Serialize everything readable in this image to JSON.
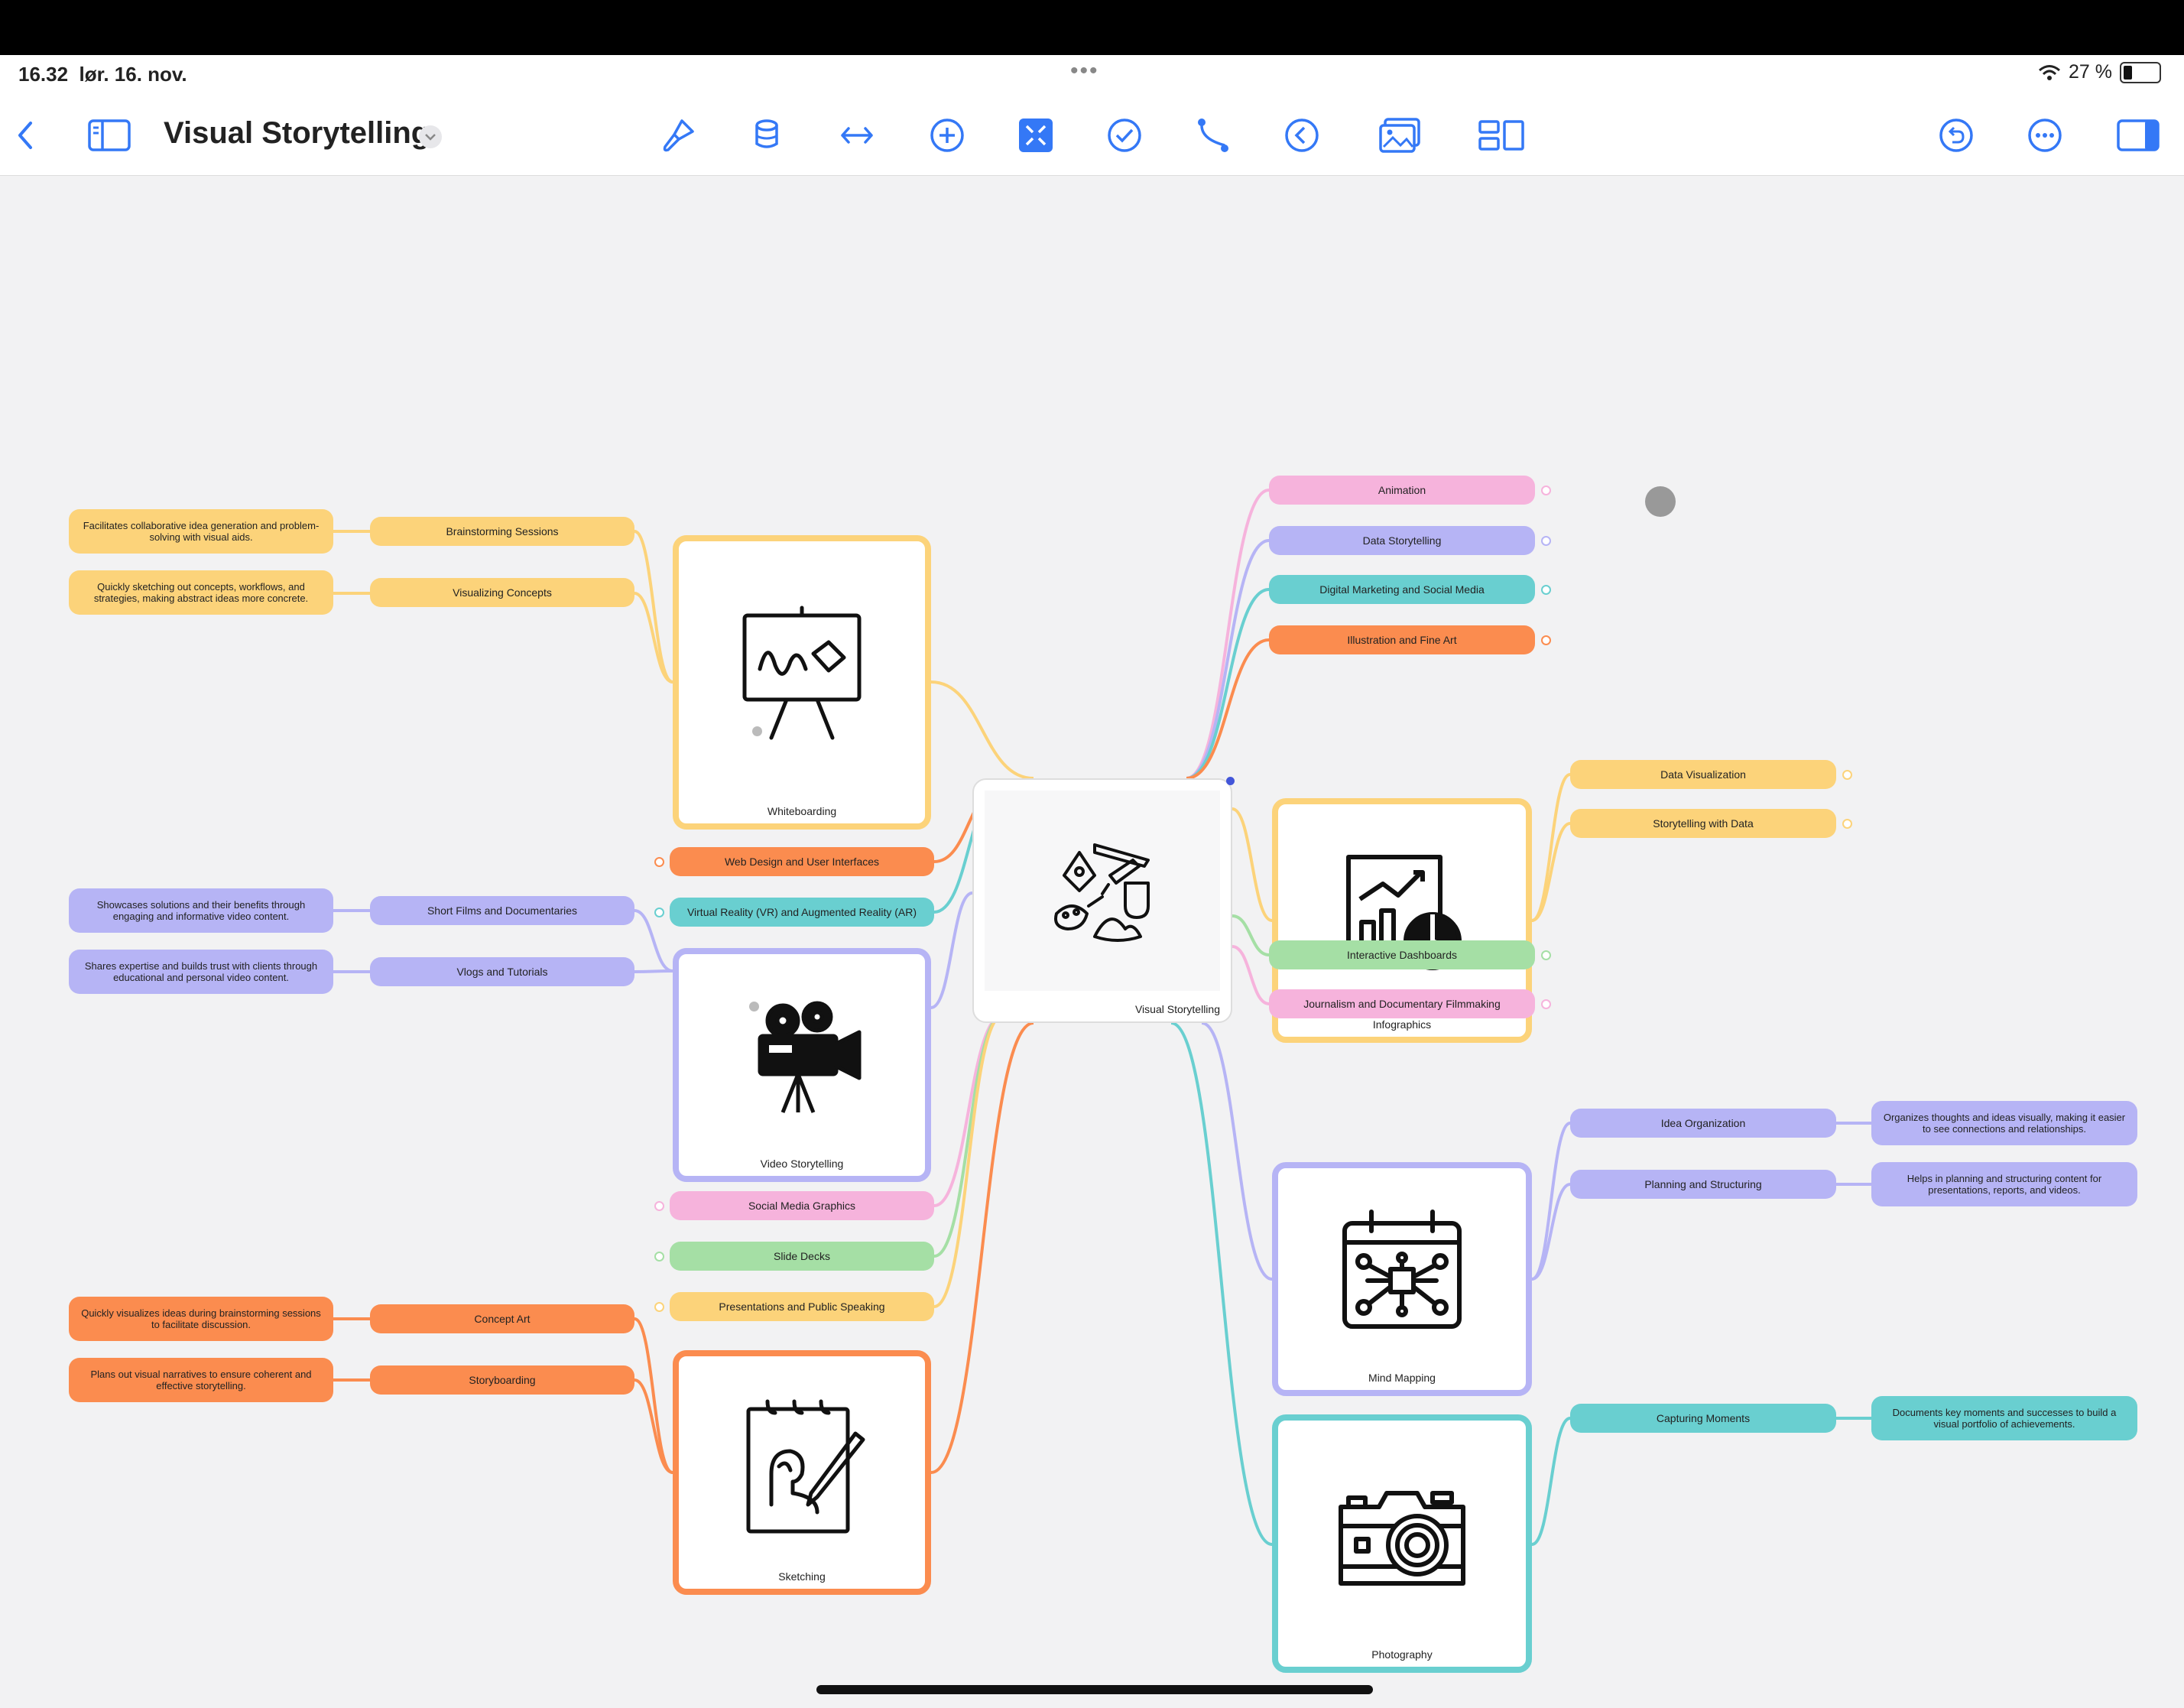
{
  "status": {
    "time": "16.32",
    "date": "lør. 16. nov.",
    "battery": "27 %",
    "battery_level": 0.27
  },
  "toolbar": {
    "title": "Visual Storytelling"
  },
  "colors": {
    "yellow": "#fcd37a",
    "orange": "#fb8c4f",
    "purple": "#b6b4f5",
    "pink": "#f6b3dc",
    "teal": "#69cfd0",
    "green": "#a5dfa5"
  },
  "map": {
    "central": {
      "label": "Visual Storytelling",
      "icon": "art-supplies-icon"
    },
    "whiteboarding": {
      "label": "Whiteboarding",
      "icon": "whiteboard-icon",
      "children": [
        {
          "label": "Brainstorming Sessions",
          "desc": "Facilitates collaborative idea generation and problem-solving with visual aids."
        },
        {
          "label": "Visualizing Concepts",
          "desc": "Quickly sketching out concepts, workflows, and strategies, making abstract ideas more concrete."
        }
      ]
    },
    "video": {
      "label": "Video Storytelling",
      "icon": "movie-camera-icon",
      "children": [
        {
          "label": "Short Films and Documentaries",
          "desc": "Showcases solutions and their benefits through engaging and informative video content."
        },
        {
          "label": "Vlogs and Tutorials",
          "desc": "Shares expertise and builds trust with clients through educational and personal video content."
        }
      ]
    },
    "sketching": {
      "label": "Sketching",
      "icon": "sketchpad-icon",
      "children": [
        {
          "label": "Concept Art",
          "desc": "Quickly visualizes ideas during brainstorming sessions to facilitate discussion."
        },
        {
          "label": "Storyboarding",
          "desc": "Plans out visual narratives to ensure coherent and effective storytelling."
        }
      ]
    },
    "left_pills": [
      "Web Design and User Interfaces",
      "Virtual Reality (VR) and Augmented Reality (AR)",
      "Social Media Graphics",
      "Slide Decks",
      "Presentations and Public Speaking"
    ],
    "right_pills_top": [
      "Animation",
      "Data Storytelling",
      "Digital Marketing and Social Media",
      "Illustration and Fine Art"
    ],
    "infographics": {
      "label": "Infographics",
      "icon": "chart-icon",
      "children": [
        "Data Visualization",
        "Storytelling with Data"
      ]
    },
    "right_pills_mid": [
      "Interactive Dashboards",
      "Journalism and Documentary Filmmaking"
    ],
    "mindmapping": {
      "label": "Mind Mapping",
      "icon": "mind-map-calendar-icon",
      "children": [
        {
          "label": "Idea Organization",
          "desc": "Organizes thoughts and ideas visually, making it easier to see connections and relationships."
        },
        {
          "label": "Planning and Structuring",
          "desc": "Helps in planning and structuring content for presentations, reports, and videos."
        }
      ]
    },
    "photography": {
      "label": "Photography",
      "icon": "camera-icon",
      "children": [
        {
          "label": "Capturing Moments",
          "desc": "Documents key moments and successes to build a visual portfolio of achievements."
        }
      ]
    }
  }
}
